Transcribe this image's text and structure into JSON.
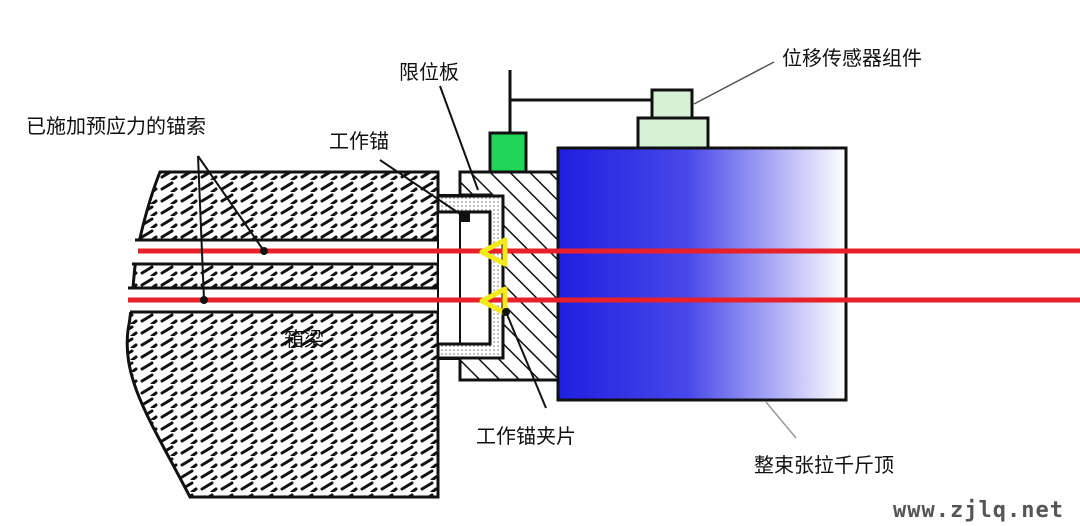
{
  "labels": {
    "prestressed_cables": "已施加预应力的锚索",
    "limit_plate": "限位板",
    "work_anchor": "工作锚",
    "sensor_assembly": "位移传感器组件",
    "box_girder": "箱梁",
    "anchor_clip": "工作锚夹片",
    "jack": "整束张拉千斤顶"
  },
  "watermark": "www.zjlq.net",
  "colors": {
    "cable": "#e8202a",
    "clip": "#f2ea1a",
    "sensor_green": "#22d45a",
    "sensor_body": "#d6f1d6",
    "jack_blue": "#1f1fe0",
    "outline": "#111111"
  }
}
